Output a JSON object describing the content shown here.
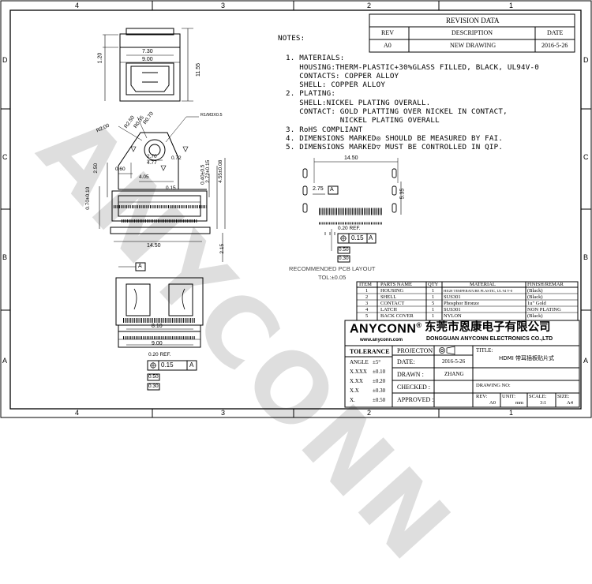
{
  "border": {
    "top_columns": [
      "4",
      "3",
      "2",
      "1"
    ],
    "bottom_columns": [
      "4",
      "3",
      "2",
      "1"
    ],
    "left_rows": [
      "D",
      "C",
      "B",
      "A"
    ],
    "right_rows": [
      "D",
      "C",
      "B",
      "A"
    ]
  },
  "revision": {
    "title": "REVISION DATA",
    "headers": [
      "REV",
      "DESCRIPTION",
      "DATE"
    ],
    "row": [
      "A0",
      "NEW DRAWING",
      "2016-5-26"
    ]
  },
  "notes": {
    "heading": "NOTES:",
    "lines": [
      "1. MATERIALS:",
      "   HOUSING:THERM-PLASTIC+30%GLASS FILLED, BLACK, UL94V-0",
      "   CONTACTS: COPPER ALLOY",
      "   SHELL: COPPER ALLOY",
      "2. PLATING:",
      "   SHELL:NICKEL PLATING OVERALL.",
      "",
      "   CONTACT: GOLD PLATTING OVER NICKEL IN CONTACT,",
      "            NICKEL PLATING OVERALL",
      "3. RoHS COMPLIANT",
      "4. DIMENSIONS MARKED◎ SHOULD BE MEASURED BY FAI.",
      "5. DIMENSIONS MARKED▽ MUST BE CONTROLLED IN QIP."
    ]
  },
  "dims": {
    "d730": "7.30",
    "d900": "9.00",
    "d120": "1.20",
    "d1155": "11.55",
    "r_m3": "R1/M3X0.5",
    "r035": "R0.35",
    "r070": "R0.70",
    "r250": "R2.50",
    "r200": "R2.00",
    "d270": "2.70",
    "d072": "0.72",
    "d250": "2.50",
    "d060": "0.60",
    "d477": "4.77",
    "d405": "4.05",
    "d015": "0.15",
    "d070": "0.70±0.10",
    "d040": "0.40±0.5",
    "d272": "2.72±0.15",
    "d455": "4.55±0.08",
    "d215": "2.15",
    "d1450": "14.50",
    "d810": "8.10",
    "d900b": "9.00",
    "fc": "0.15",
    "fcA": "A",
    "datumA": "A",
    "pcb1450": "14.50",
    "pcb275": "2.75",
    "pcb535": "5.35",
    "pcb020": "0.20 REF.",
    "pcb015": "0.15",
    "pcbA": "A",
    "pcb050": "0.50",
    "pcb030": "0.30",
    "pcb_title": "RECOMMENDED  PCB  LAYOUT",
    "pcb_tol": "TOL:±0.05",
    "bot020": "0.20 REF.",
    "bot015": "0.15",
    "botA": "A",
    "bot050": "0.50",
    "bot030": "0.30"
  },
  "bom": {
    "headers": [
      "ITEM",
      "PARTS NAME",
      "QTY",
      "MATERIAL",
      "FINISH/REMAR"
    ],
    "rows": [
      [
        "1",
        "HOUSING",
        "1",
        "HIGH TEMPERATURE PLASTIC, UL 94 V-0",
        "(Black)"
      ],
      [
        "2",
        "SHELL",
        "1",
        "SUS301",
        "(Black)"
      ],
      [
        "3",
        "CONTACT",
        "5",
        "Phosphor Bronze",
        "1u\" Gold"
      ],
      [
        "4",
        "LATCH",
        "1",
        "SUS301",
        "NON PLATING"
      ],
      [
        "5",
        "BACK COVER",
        "1",
        "NYLON",
        "(Black)"
      ]
    ]
  },
  "title_block": {
    "brand": "ANYCONN",
    "brand_mark": "®",
    "company_cn": "东莞市恩康电子有限公司",
    "company_en": "DONGGUAN  ANYCONN  ELECTRONICS  CO.,LTD",
    "website": "www.anyconn.com",
    "tolerance": "TOLERANCE",
    "tol_rows": [
      [
        "ANGLE",
        "±5°"
      ],
      [
        "X.XXX",
        "±0.10"
      ],
      [
        "X.XX",
        "±0.20"
      ],
      [
        "X.X",
        "±0.30"
      ],
      [
        "X.",
        "±0.50"
      ]
    ],
    "projection": "PROJECTON",
    "title_label": "TITLE:",
    "title_value": "HDMI 带耳插板贴片式",
    "date_label": "DATE:",
    "date_value": "2016-5-26",
    "drawn_label": "DRAWN :",
    "drawn_value": "ZHANG",
    "checked_label": "CHECKED :",
    "approved_label": "APPROVED :",
    "drawing_no_label": "DRAWING NO:",
    "rev_label": "REV:",
    "rev_value": "A0",
    "unit_label": "UNIT:",
    "unit_value": "mm",
    "scale_label": "SCALE:",
    "scale_value": "3:1",
    "size_label": "SIZE:",
    "size_value": "A4"
  },
  "watermark": "ANYCONN"
}
